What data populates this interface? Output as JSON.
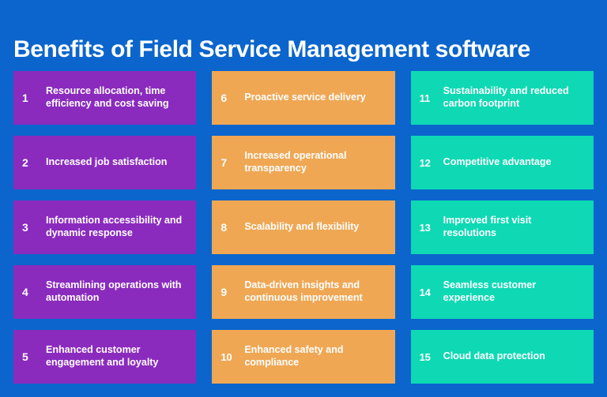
{
  "header": {
    "title": "Benefits of Field Service Management software"
  },
  "theme": {
    "background": "#0B65CC",
    "text": "#FFFFFF",
    "purple": "#8A2BBE",
    "orange": "#EFA754",
    "teal": "#0ED9B4"
  },
  "benefits": [
    {
      "number": "1",
      "label": "Resource allocation, time efficiency and cost saving",
      "color": "purple"
    },
    {
      "number": "6",
      "label": "Proactive service delivery",
      "color": "orange"
    },
    {
      "number": "11",
      "label": "Sustainability and reduced carbon footprint",
      "color": "teal"
    },
    {
      "number": "2",
      "label": "Increased job satisfaction",
      "color": "purple"
    },
    {
      "number": "7",
      "label": "Increased operational transparency",
      "color": "orange"
    },
    {
      "number": "12",
      "label": "Competitive advantage",
      "color": "teal"
    },
    {
      "number": "3",
      "label": "Information accessibility and dynamic response",
      "color": "purple"
    },
    {
      "number": "8",
      "label": "Scalability and flexibility",
      "color": "orange"
    },
    {
      "number": "13",
      "label": "Improved first visit resolutions",
      "color": "teal"
    },
    {
      "number": "4",
      "label": "Streamlining operations with automation",
      "color": "purple"
    },
    {
      "number": "9",
      "label": "Data-driven insights and continuous improvement",
      "color": "orange"
    },
    {
      "number": "14",
      "label": "Seamless customer experience",
      "color": "teal"
    },
    {
      "number": "5",
      "label": "Enhanced customer engagement and loyalty",
      "color": "purple"
    },
    {
      "number": "10",
      "label": "Enhanced safety and compliance",
      "color": "orange"
    },
    {
      "number": "15",
      "label": "Cloud data protection",
      "color": "teal"
    }
  ]
}
